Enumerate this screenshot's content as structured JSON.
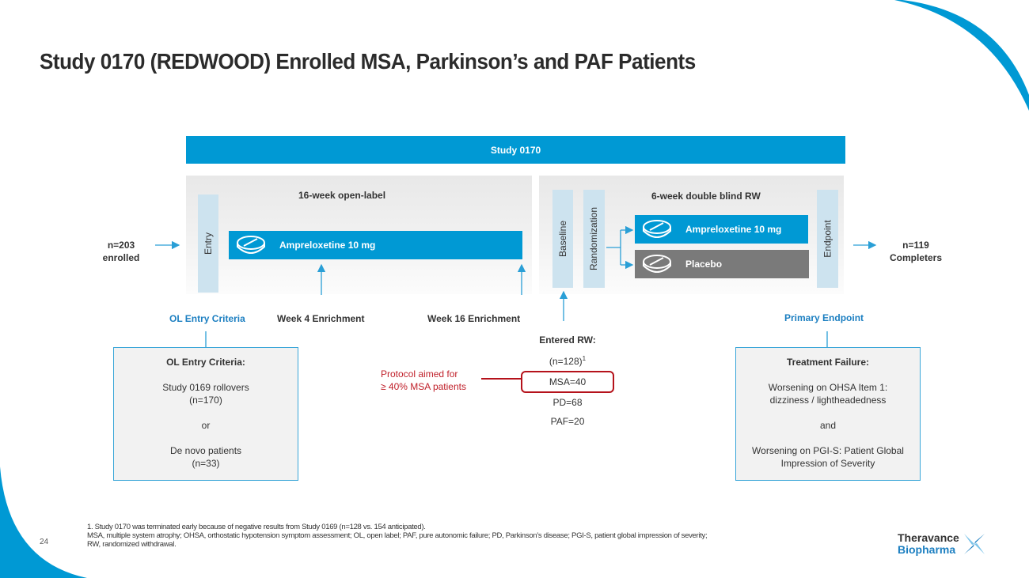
{
  "slide": {
    "title": "Study 0170 (REDWOOD) Enrolled MSA, Parkinson’s and PAF Patients",
    "page_number": "24",
    "accent_color": "#0099d4",
    "highlight_color": "#b5121b"
  },
  "diagram": {
    "study_bar_label": "Study 0170",
    "enrolled": {
      "count": "n=203",
      "label": "enrolled"
    },
    "completers": {
      "count": "n=119",
      "label": "Completers"
    },
    "open_label_phase": {
      "title": "16-week open-label",
      "entry_label": "Entry",
      "arm": {
        "icon": "pill-icon",
        "label": "Ampreloxetine  10 mg"
      }
    },
    "rw_phase": {
      "title": "6-week double blind RW",
      "baseline_label": "Baseline",
      "randomization_label": "Randomization",
      "endpoint_label": "Endpoint",
      "arms": [
        {
          "icon": "pill-icon",
          "label": "Ampreloxetine  10 mg",
          "color": "#0099d4"
        },
        {
          "icon": "pill-icon",
          "label": "Placebo",
          "color": "#7a7a7a"
        }
      ]
    },
    "milestones": {
      "ol_entry_criteria": "OL Entry Criteria",
      "week4": "Week 4 Enrichment",
      "week16": "Week 16 Enrichment",
      "primary_endpoint": "Primary Endpoint"
    },
    "ol_entry_box": {
      "heading": "OL Entry Criteria:",
      "line1": "Study 0169 rollovers",
      "line2": "(n=170)",
      "or": "or",
      "line3": "De novo  patients",
      "line4": "(n=33)"
    },
    "entered_rw": {
      "heading": "Entered RW:",
      "total": "(n=128)",
      "total_footnote": "1",
      "msa": "MSA=40",
      "pd": "PD=68",
      "paf": "PAF=20"
    },
    "protocol_note": {
      "line1": "Protocol  aimed for",
      "line2": "≥ 40% MSA patients"
    },
    "treatment_failure_box": {
      "heading": "Treatment  Failure:",
      "line1": "Worsening on OHSA Item 1:",
      "line2": "dizziness / lightheadedness",
      "and": "and",
      "line3": "Worsening on PGI-S: Patient Global",
      "line4": "Impression of Severity"
    }
  },
  "footnotes": {
    "line1": "1. Study 0170 was terminated early because of negative results from Study 0169 (n=128 vs. 154 anticipated).",
    "line2": "MSA, multiple system atrophy; OHSA, orthostatic hypotension symptom assessment; OL, open label; PAF, pure autonomic failure; PD, Parkinson’s disease; PGI-S, patient global impression of severity;",
    "line3": "RW, randomized withdrawal."
  },
  "logo": {
    "line1": "Theravance",
    "line2": "Biopharma",
    "icon": "star-burst-icon"
  }
}
